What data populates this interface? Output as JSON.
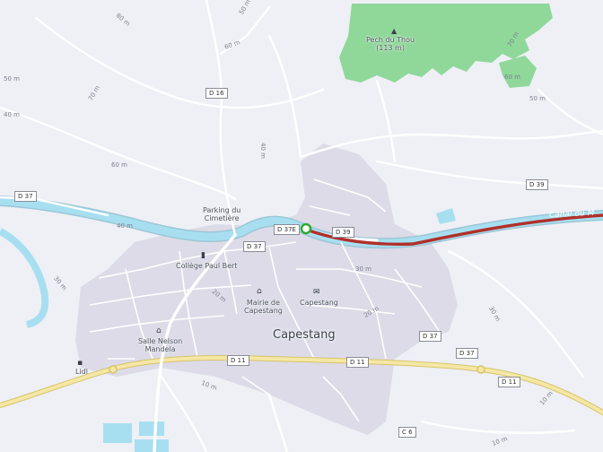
{
  "places": {
    "town": "Capestang",
    "peak_name": "Pech du Thou",
    "peak_elevation": "(113 m)",
    "parking": "Parking du\nCimetière",
    "college": "Collège Paul Bert",
    "mairie": "Mairie de\nCapestang",
    "post": "Capestang",
    "salle": "Salle Nelson\nMandela",
    "lidl": "Lidl",
    "canal": "Canal du M"
  },
  "roads": [
    "D 16",
    "D 37",
    "D 37",
    "D 37E",
    "D 39",
    "D 39",
    "D 37",
    "D 37",
    "D 11",
    "D 11",
    "D 11",
    "C 6"
  ],
  "elevations": [
    "80 m",
    "70 m",
    "60 m",
    "50 m",
    "40 m",
    "60 m",
    "40 m",
    "70 m",
    "60 m",
    "50 m",
    "40 m",
    "30 m",
    "20 m",
    "20 m",
    "30 m",
    "30 m",
    "10 m",
    "10 m",
    "10 m",
    "50 m"
  ],
  "colors": {
    "background": "#eef0f6",
    "forest": "#8fd89a",
    "water": "#a7dff1",
    "river_edge": "#9bc6d6",
    "built_area": "#dcdbe7",
    "main_road": "#f5e7a5",
    "route": "#b0302a",
    "start_marker": "#2eaa2e"
  },
  "icons": [
    "peak-icon",
    "college-icon",
    "mairie-icon",
    "post-office-icon",
    "salle-icon",
    "supermarket-icon",
    "start-marker-icon"
  ]
}
